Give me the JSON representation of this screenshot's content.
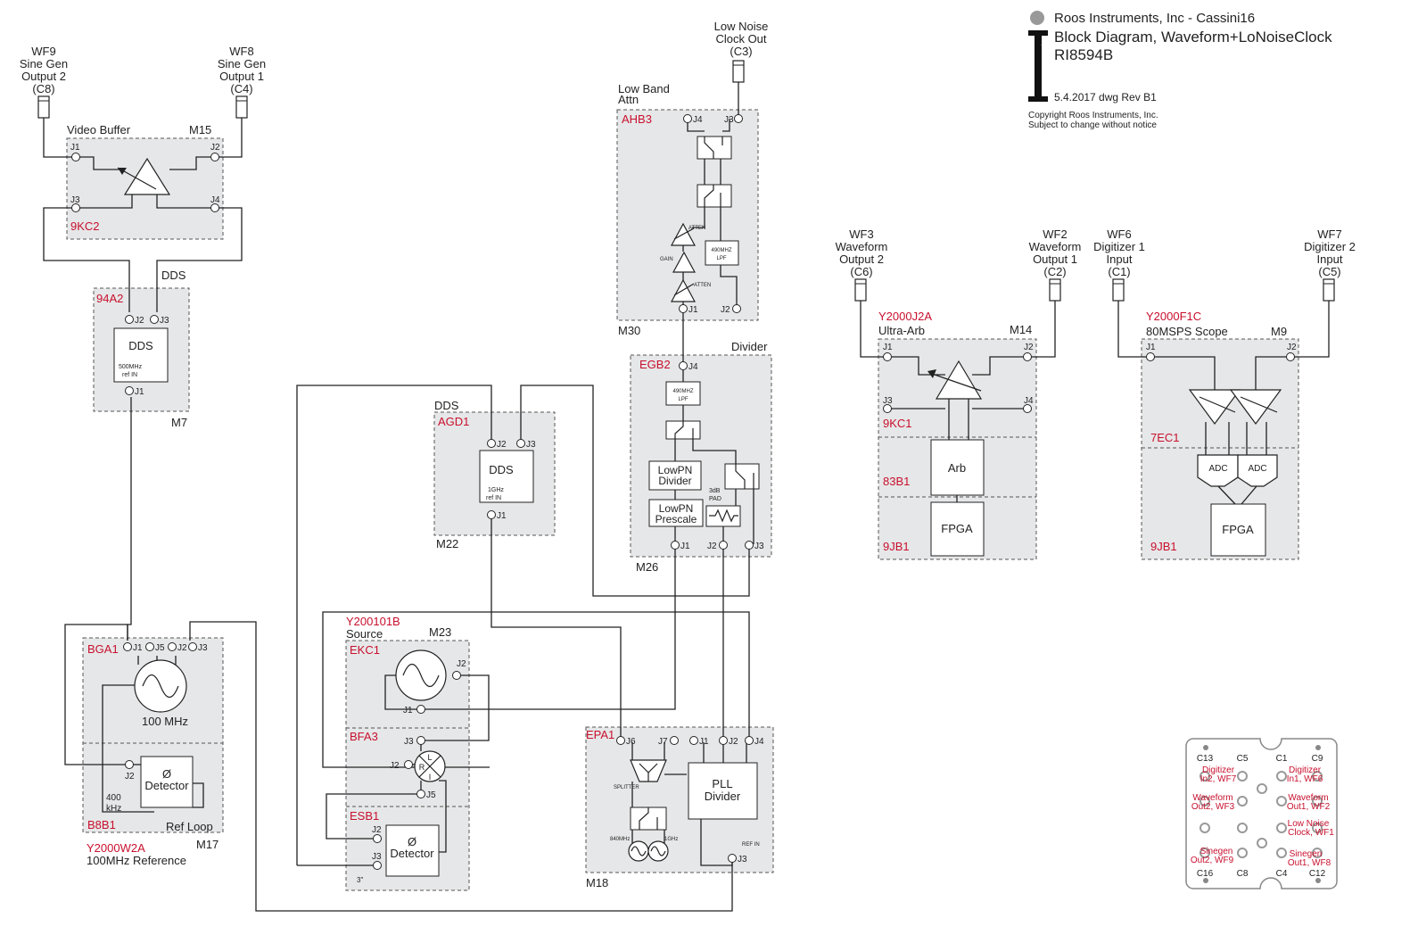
{
  "header": {
    "company": "Roos Instruments, Inc - Cassini16",
    "title": "Block Diagram, Waveform+LoNoiseClock",
    "part_number": "RI8594B",
    "date_rev": "5.4.2017 dwg Rev B1",
    "copyright": "Copyright Roos Instruments, Inc.",
    "notice": "Subject to change without notice"
  },
  "connectors": {
    "wf9": [
      "WF9",
      "Sine Gen",
      "Output 2",
      "(C8)"
    ],
    "wf8": [
      "WF8",
      "Sine Gen",
      "Output 1",
      "(C4)"
    ],
    "c3": [
      "Low Noise",
      "Clock Out",
      "(C3)"
    ],
    "wf3": [
      "WF3",
      "Waveform",
      "Output 2",
      "(C6)"
    ],
    "wf2": [
      "WF2",
      "Waveform",
      "Output 1",
      "(C2)"
    ],
    "wf6": [
      "WF6",
      "Digitizer 1",
      "Input",
      "(C1)"
    ],
    "wf7": [
      "WF7",
      "Digitizer 2",
      "Input",
      "(C5)"
    ]
  },
  "modules": {
    "m15": {
      "name": "Video Buffer",
      "id": "M15",
      "code": "9KC2"
    },
    "m7": {
      "name": "DDS",
      "id": "M7",
      "code": "94A2",
      "block": "DDS",
      "note1": "500MHz",
      "note2": "ref IN"
    },
    "m30": {
      "name1": "Low Band",
      "name2": "Attn",
      "id": "M30",
      "code": "AHB3",
      "atten1": "ATTEN",
      "gain": "GAIN",
      "atten2": "ATTEN",
      "lpf1": "490MHZ",
      "lpf2": "LPF"
    },
    "m26": {
      "name": "Divider",
      "id": "M26",
      "code": "EGB2",
      "lpf1": "490MHZ",
      "lpf2": "LPF",
      "div1": "LowPN",
      "div2": "Divider",
      "pre1": "LowPN",
      "pre2": "Prescale",
      "pad1": "3dB",
      "pad2": "PAD"
    },
    "m22": {
      "name": "DDS",
      "id": "M22",
      "code": "AGD1",
      "block": "DDS",
      "note1": "1GHz",
      "note2": "ref IN"
    },
    "m23": {
      "pn": "Y200101B",
      "name": "Source",
      "id": "M23",
      "code1": "EKC1",
      "code2": "BFA3",
      "code3": "ESB1",
      "det1": "Ø",
      "det2": "Detector",
      "note": "3\""
    },
    "m17": {
      "code1": "BGA1",
      "code2": "B8B1",
      "freq": "100 MHz",
      "det1": "Ø",
      "det2": "Detector",
      "k1": "400",
      "k2": "kHz",
      "loop": "Ref Loop",
      "id": "M17",
      "pn": "Y2000W2A",
      "name": "100MHz Reference"
    },
    "m18": {
      "code": "EPA1",
      "id": "M18",
      "splitter": "SPLITTER",
      "f1": "840MHz",
      "f2": "1GHz",
      "pll1": "PLL",
      "pll2": "Divider",
      "refin": "REF IN"
    },
    "m14": {
      "pn": "Y2000J2A",
      "name": "Ultra-Arb",
      "id": "M14",
      "code1": "9KC1",
      "code2": "83B1",
      "code3": "9JB1",
      "arb": "Arb",
      "fpga": "FPGA"
    },
    "m9": {
      "pn": "Y2000F1C",
      "name": "80MSPS Scope",
      "id": "M9",
      "code1": "7EC1",
      "code2": "9JB1",
      "adc": "ADC",
      "fpga": "FPGA"
    }
  },
  "ports": {
    "j1": "J1",
    "j2": "J2",
    "j3": "J3",
    "j4": "J4",
    "j5": "J5",
    "j6": "J6",
    "j7": "J7"
  },
  "mixer": {
    "l": "L",
    "r": "R",
    "i": "I"
  },
  "panel": {
    "c13": "C13",
    "c5": "C5",
    "c1": "C1",
    "c9": "C9",
    "c16": "C16",
    "c8": "C8",
    "c4": "C4",
    "c12": "C12",
    "l1": [
      "Digitizer",
      "In2, WF7"
    ],
    "r1": [
      "Digitizer",
      "In1, WF6"
    ],
    "l2": [
      "Waveform",
      "Out2, WF3"
    ],
    "r2": [
      "Waveform",
      "Out1, WF2"
    ],
    "r3": [
      "Low Noise",
      "Clock, WF1"
    ],
    "l4": [
      "Sinegen",
      "Out2, WF9"
    ],
    "r4": [
      "Sinegen",
      "Out1, WF8"
    ]
  }
}
